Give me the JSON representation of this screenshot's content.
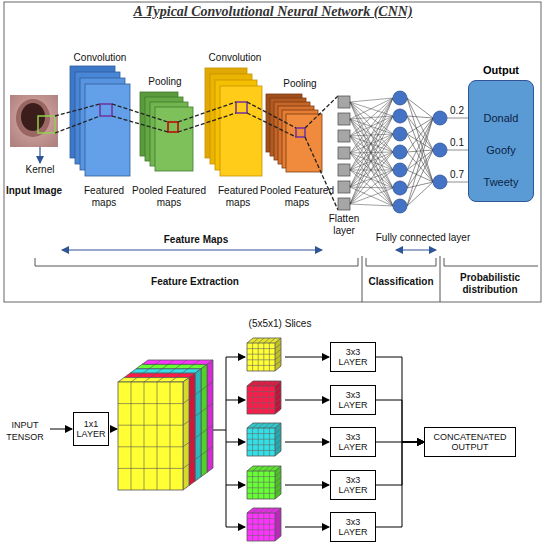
{
  "diagram": {
    "title": "A Typical Convolutional Neural Network (CNN)",
    "nodes": [
      {
        "text": [
          "Output",
          "Donald",
          "Goofy",
          "Tweety"
        ]
      },
      {
        "text": [
          "1x1 LAYER"
        ]
      },
      {
        "text": [
          "3x3 LAYER"
        ]
      },
      {
        "text": [
          "3x3 LAYER"
        ]
      },
      {
        "text": [
          "3x3 LAYER"
        ]
      },
      {
        "text": [
          "3x3 LAYER"
        ]
      },
      {
        "text": [
          "3x3 LAYER"
        ]
      },
      {
        "text": [
          "CONCATENATED OUTPUT"
        ]
      }
    ],
    "edges": [
      {
        "from": 2,
        "to": 7,
        "arrow": "to"
      },
      {
        "from": 3,
        "to": 7,
        "arrow": "to"
      },
      {
        "from": 4,
        "to": 7,
        "arrow": "to"
      },
      {
        "from": 5,
        "to": 7,
        "arrow": "to"
      },
      {
        "from": 6,
        "to": 7,
        "arrow": "to"
      }
    ],
    "labels": [
      "Convolution",
      "Pooling",
      "Convolution",
      "Pooling",
      "0.2",
      "0.1",
      "0.7",
      "Kernel",
      "Input Image",
      "Featured maps",
      "Pooled Featured maps",
      "Featured maps",
      "Pooled Featured maps",
      "Flatten layer",
      "Feature Maps",
      "Fully connected layer",
      "Feature Extraction",
      "Classification",
      "Probabilistic distribution",
      "(5x5x1) Slices",
      "INPUT TENSOR"
    ]
  }
}
